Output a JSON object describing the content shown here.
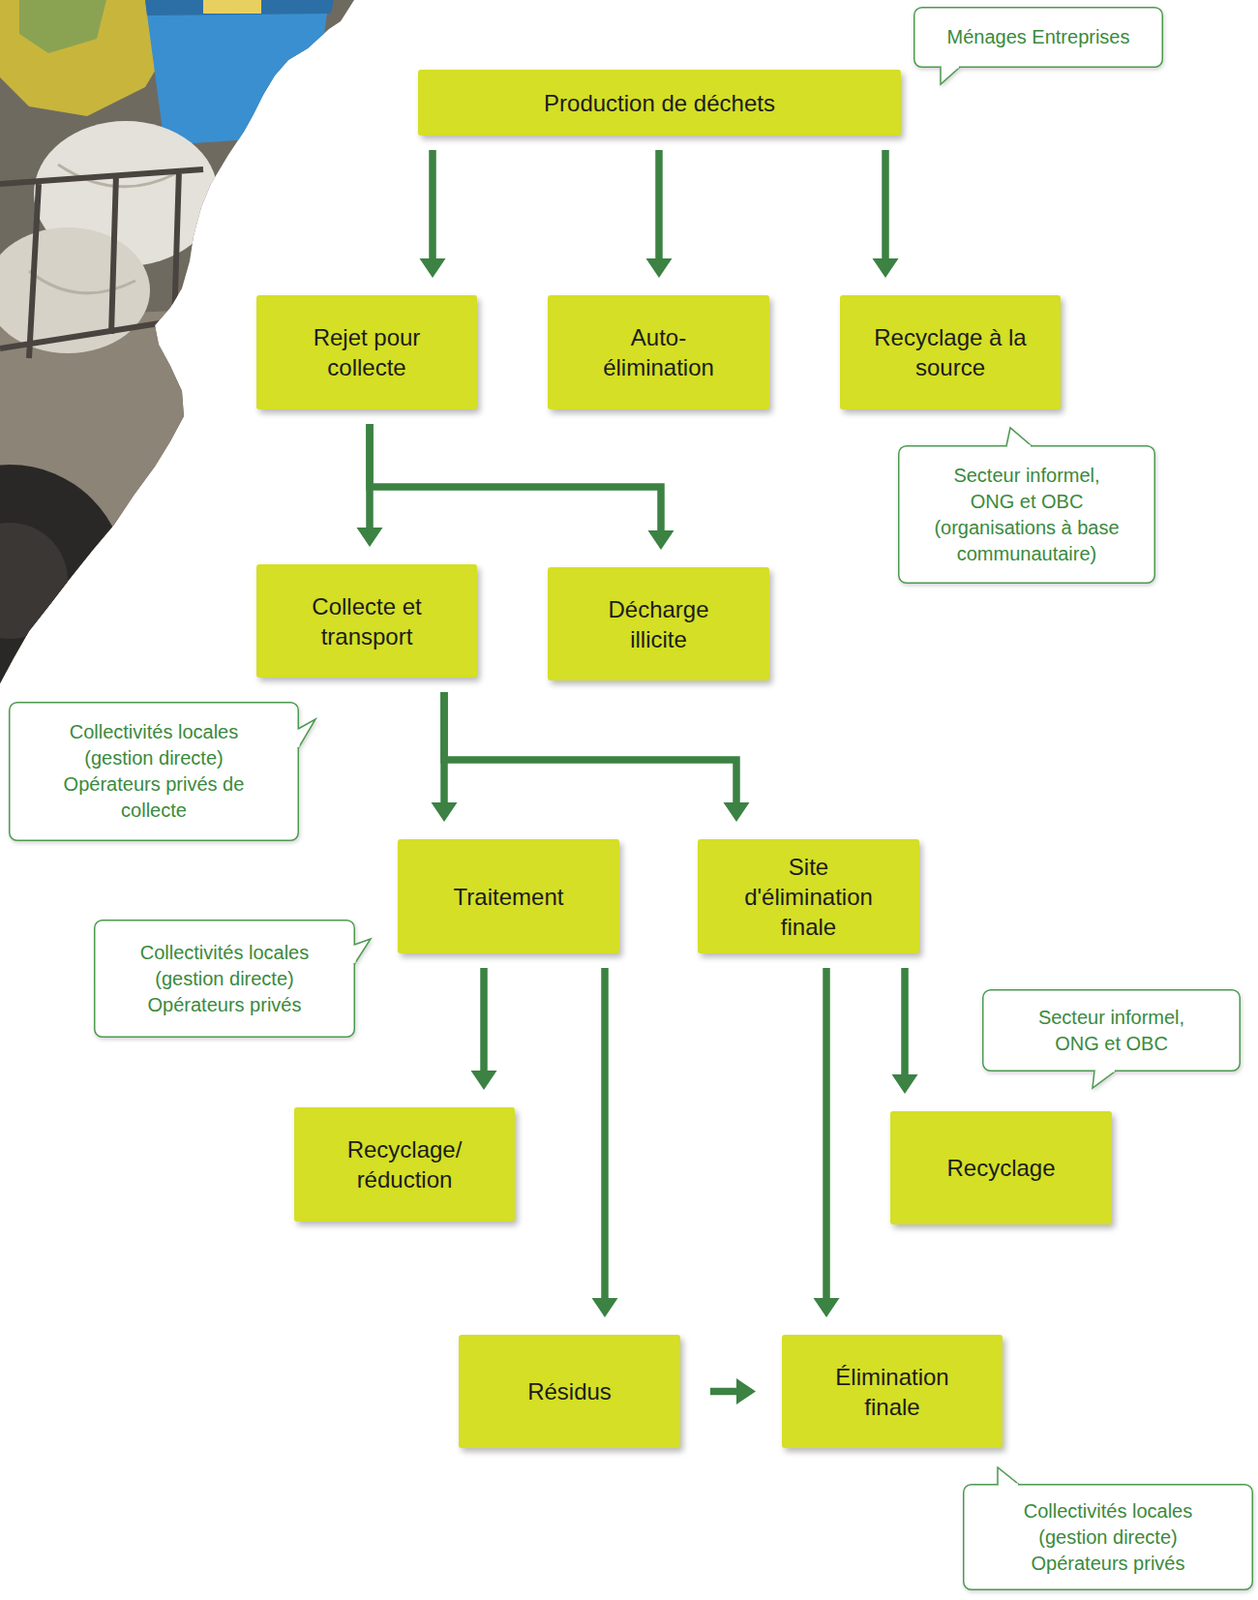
{
  "diagram": {
    "nodes": [
      {
        "text": [
          "Ménages Entreprises"
        ]
      },
      {
        "text": [
          "Production de déchets"
        ]
      },
      {
        "text": [
          "Rejet pour collecte"
        ]
      },
      {
        "text": [
          "Auto-élimination"
        ]
      },
      {
        "text": [
          "Recyclage à la source"
        ]
      },
      {
        "text": [
          "Secteur informel, ONG et OBC (organisations à base communautaire)"
        ]
      },
      {
        "text": [
          "Collecte et transport"
        ]
      },
      {
        "text": [
          "Décharge illicite"
        ]
      },
      {
        "text": [
          "Collectivités locales (gestion directe)",
          "Opérateurs privés de collecte"
        ]
      },
      {
        "text": [
          "Traitement"
        ]
      },
      {
        "text": [
          "Site d'élimination finale"
        ]
      },
      {
        "text": [
          "Collectivités locales (gestion directe)",
          "Opérateurs privés"
        ]
      },
      {
        "text": [
          "Secteur informel, ONG et OBC"
        ]
      },
      {
        "text": [
          "Recyclage/ réduction"
        ]
      },
      {
        "text": [
          "Recyclage"
        ]
      },
      {
        "text": [
          "Résidus"
        ]
      },
      {
        "text": [
          "Élimination finale"
        ]
      },
      {
        "text": [
          "Collectivités locales (gestion directe)",
          "Opérateurs privés"
        ]
      }
    ],
    "edges": [
      {
        "from": 1,
        "to": 2,
        "arrow": "to"
      },
      {
        "from": 1,
        "to": 3,
        "arrow": "to"
      },
      {
        "from": 1,
        "to": 4,
        "arrow": "to"
      },
      {
        "from": 2,
        "to": 6,
        "arrow": "to"
      },
      {
        "from": 2,
        "to": 7,
        "arrow": "to"
      },
      {
        "from": 6,
        "to": 9,
        "arrow": "to"
      },
      {
        "from": 6,
        "to": 10,
        "arrow": "to"
      },
      {
        "from": 9,
        "to": 13,
        "arrow": "to"
      },
      {
        "from": 9,
        "to": 15,
        "arrow": "to"
      },
      {
        "from": 10,
        "to": 16,
        "arrow": "to"
      },
      {
        "from": 10,
        "to": 14,
        "arrow": "to"
      },
      {
        "from": 15,
        "to": 16,
        "arrow": "to"
      }
    ]
  }
}
